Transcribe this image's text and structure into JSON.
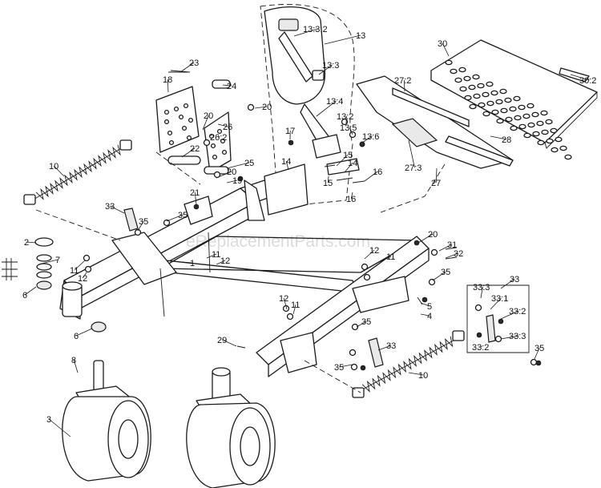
{
  "watermark": "eReplacementParts.com",
  "callouts": [
    {
      "id": "c-13-3-2",
      "label": "13:3:2"
    },
    {
      "id": "c-13",
      "label": "13"
    },
    {
      "id": "c-30",
      "label": "30"
    },
    {
      "id": "c-23",
      "label": "23"
    },
    {
      "id": "c-13-3",
      "label": "13:3"
    },
    {
      "id": "c-18",
      "label": "18"
    },
    {
      "id": "c-24",
      "label": "24"
    },
    {
      "id": "c-27-2",
      "label": "27:2"
    },
    {
      "id": "c-30-2",
      "label": "30:2"
    },
    {
      "id": "c-13-4",
      "label": "13:4"
    },
    {
      "id": "c-20a",
      "label": "20"
    },
    {
      "id": "c-20b",
      "label": "20"
    },
    {
      "id": "c-13-2",
      "label": "13:2"
    },
    {
      "id": "c-26",
      "label": "26"
    },
    {
      "id": "c-17",
      "label": "17"
    },
    {
      "id": "c-13-5",
      "label": "13:5"
    },
    {
      "id": "c-26-2",
      "label": "26:2"
    },
    {
      "id": "c-13-6",
      "label": "13:6"
    },
    {
      "id": "c-28",
      "label": "28"
    },
    {
      "id": "c-22",
      "label": "22"
    },
    {
      "id": "c-15a",
      "label": "15"
    },
    {
      "id": "c-10a",
      "label": "10"
    },
    {
      "id": "c-14a",
      "label": "14"
    },
    {
      "id": "c-14b",
      "label": "14"
    },
    {
      "id": "c-25",
      "label": "25"
    },
    {
      "id": "c-27-3",
      "label": "27:3"
    },
    {
      "id": "c-20c",
      "label": "20"
    },
    {
      "id": "c-16a",
      "label": "16"
    },
    {
      "id": "c-19",
      "label": "19"
    },
    {
      "id": "c-15b",
      "label": "15"
    },
    {
      "id": "c-27",
      "label": "27"
    },
    {
      "id": "c-21",
      "label": "21"
    },
    {
      "id": "c-16b",
      "label": "16"
    },
    {
      "id": "c-33a",
      "label": "33"
    },
    {
      "id": "c-35a",
      "label": "35"
    },
    {
      "id": "c-35b",
      "label": "35"
    },
    {
      "id": "c-20d",
      "label": "20"
    },
    {
      "id": "c-2",
      "label": "2"
    },
    {
      "id": "c-31",
      "label": "31"
    },
    {
      "id": "c-7",
      "label": "7"
    },
    {
      "id": "c-32",
      "label": "32"
    },
    {
      "id": "c-12a",
      "label": "12"
    },
    {
      "id": "c-11a",
      "label": "11"
    },
    {
      "id": "c-1",
      "label": "1"
    },
    {
      "id": "c-11b",
      "label": "11"
    },
    {
      "id": "c-11c",
      "label": "11"
    },
    {
      "id": "c-12b",
      "label": "12"
    },
    {
      "id": "c-12c",
      "label": "12"
    },
    {
      "id": "c-35c",
      "label": "35"
    },
    {
      "id": "c-33b",
      "label": "33"
    },
    {
      "id": "c-6a",
      "label": "6"
    },
    {
      "id": "c-33-3a",
      "label": "33:3"
    },
    {
      "id": "c-33-1",
      "label": "33:1"
    },
    {
      "id": "c-12d",
      "label": "12"
    },
    {
      "id": "c-11d",
      "label": "11"
    },
    {
      "id": "c-5",
      "label": "5"
    },
    {
      "id": "c-33-2a",
      "label": "33:2"
    },
    {
      "id": "c-4",
      "label": "4"
    },
    {
      "id": "c-6b",
      "label": "6"
    },
    {
      "id": "c-35d",
      "label": "35"
    },
    {
      "id": "c-33-3b",
      "label": "33:3"
    },
    {
      "id": "c-29",
      "label": "29"
    },
    {
      "id": "c-33c",
      "label": "33"
    },
    {
      "id": "c-33-2b",
      "label": "33:2"
    },
    {
      "id": "c-35e",
      "label": "35"
    },
    {
      "id": "c-8",
      "label": "8"
    },
    {
      "id": "c-35f",
      "label": "35"
    },
    {
      "id": "c-10b",
      "label": "10"
    },
    {
      "id": "c-3",
      "label": "3"
    }
  ]
}
